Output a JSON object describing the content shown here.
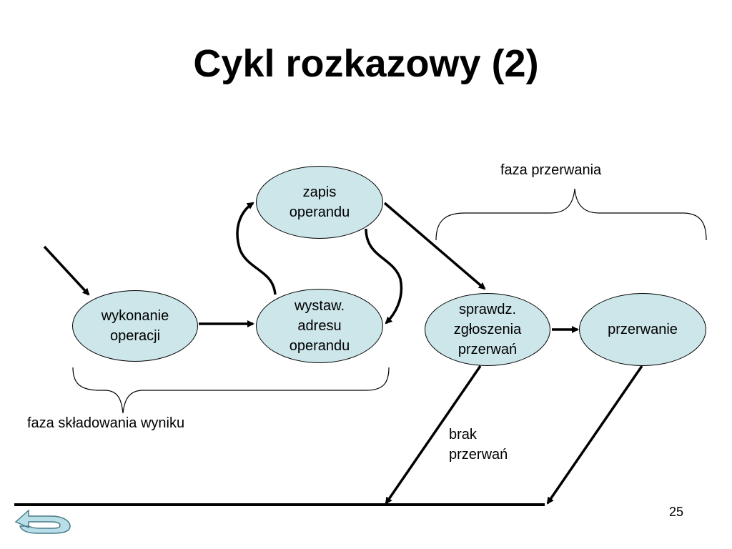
{
  "slide": {
    "title": "Cykl rozkazowy (2)",
    "page_number": "25"
  },
  "nodes": {
    "exec": "wykonanie\noperacji",
    "addr": "wystaw.\nadresu\noperandu",
    "store": "zapis\noperandu",
    "check": "sprawdz.\nzgłoszenia\nprzerwań",
    "interrupt": "przerwanie"
  },
  "labels": {
    "interrupt_phase": "faza przerwania",
    "store_phase": "faza składowania wyniku",
    "no_interrupts": "brak\nprzerwań"
  },
  "colors": {
    "node_fill": "#cce6ea",
    "stroke": "#000000",
    "nav_icon": "#b8dfe8"
  },
  "icons": {
    "nav": "return-arrow-icon"
  }
}
